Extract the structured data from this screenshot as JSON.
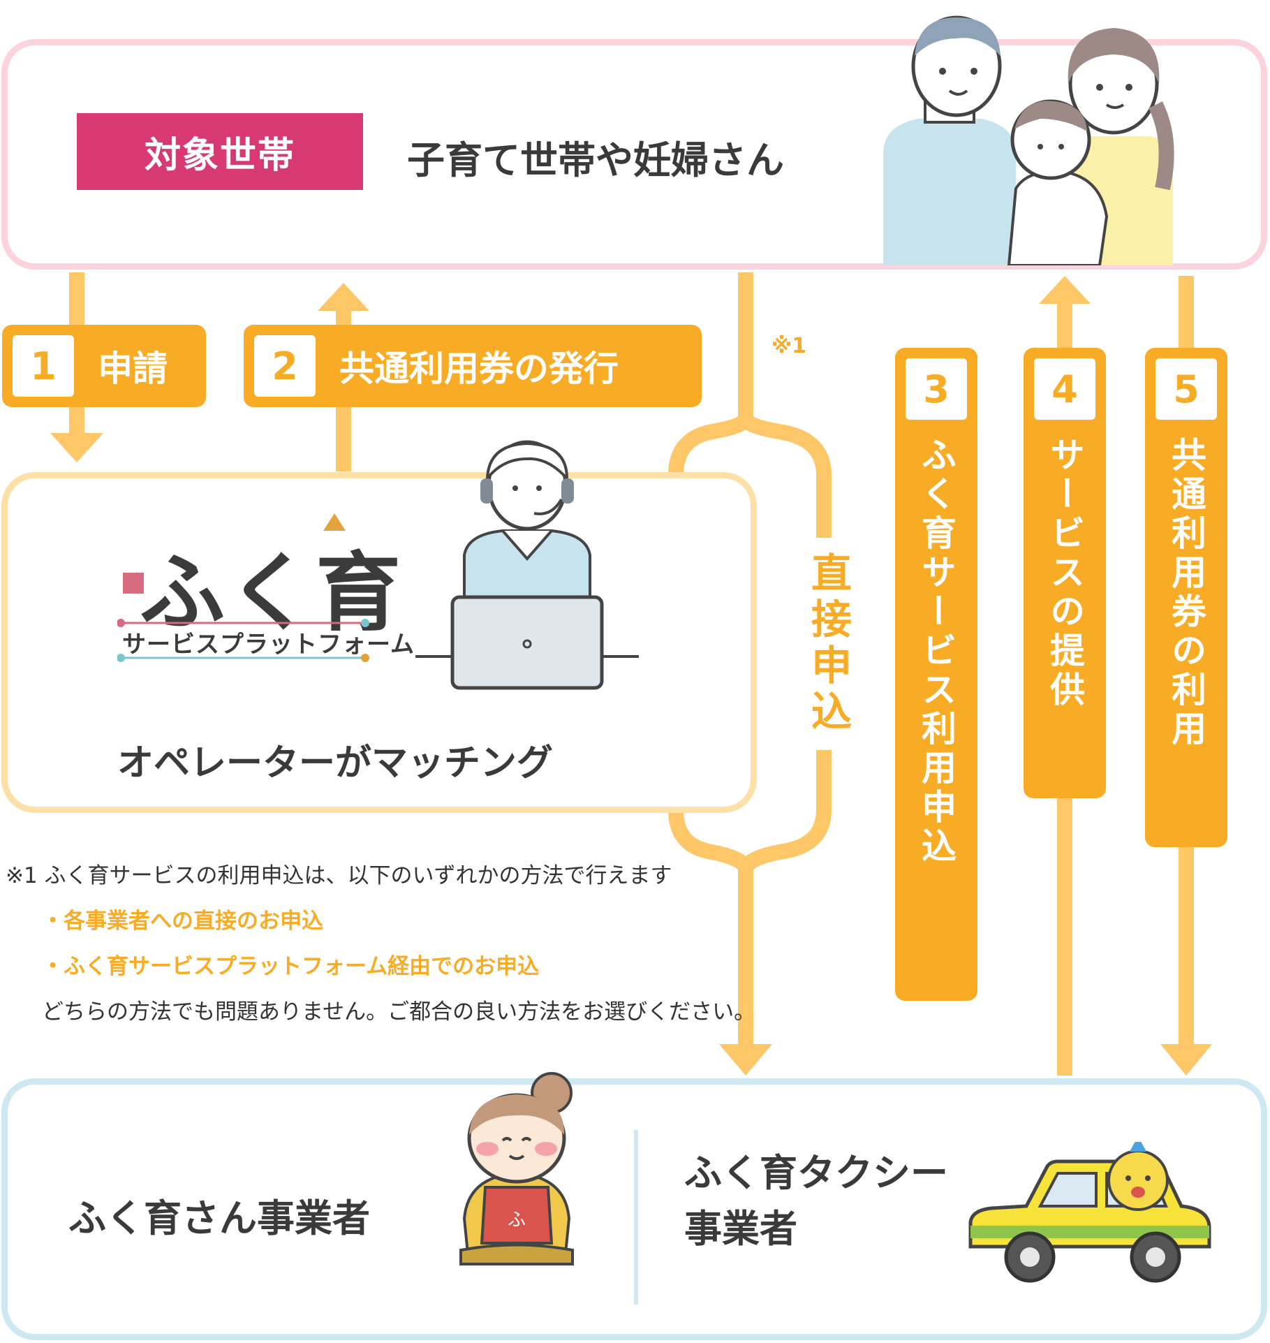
{
  "target": {
    "tag": "対象世帯",
    "title": "子育て世帯や妊婦さん"
  },
  "platform": {
    "logo_main": "ふく育",
    "logo_sub": "サービスプラットフォーム",
    "title": "オペレーターがマッチング"
  },
  "providers": {
    "left": "ふく育さん事業者",
    "right_line1": "ふく育タクシー",
    "right_line2": "事業者"
  },
  "steps": [
    {
      "num": "1",
      "label": "申請"
    },
    {
      "num": "2",
      "label": "共通利用券の発行"
    },
    {
      "num": "3",
      "label": "ふく育サービス利用申込"
    },
    {
      "num": "4",
      "label": "サービスの提供"
    },
    {
      "num": "5",
      "label": "共通利用券の利用"
    }
  ],
  "direct": {
    "label": "直接申込",
    "mark": "※1"
  },
  "notes": {
    "line1": "※1 ふく育サービスの利用申込は、以下のいずれかの方法で行えます",
    "line2": "・各事業者への直接のお申込",
    "line3": "・ふく育サービスプラットフォーム経由でのお申込",
    "line4": "どちらの方法でも問題ありません。ご都合の良い方法をお選びください。"
  },
  "colors": {
    "accent": "#f8ac26",
    "arrow": "#fdc667",
    "tag": "#d73a72",
    "top_border": "#fbd3dc",
    "mid_border": "#fde0a8",
    "bottom_border": "#cde8f1"
  }
}
